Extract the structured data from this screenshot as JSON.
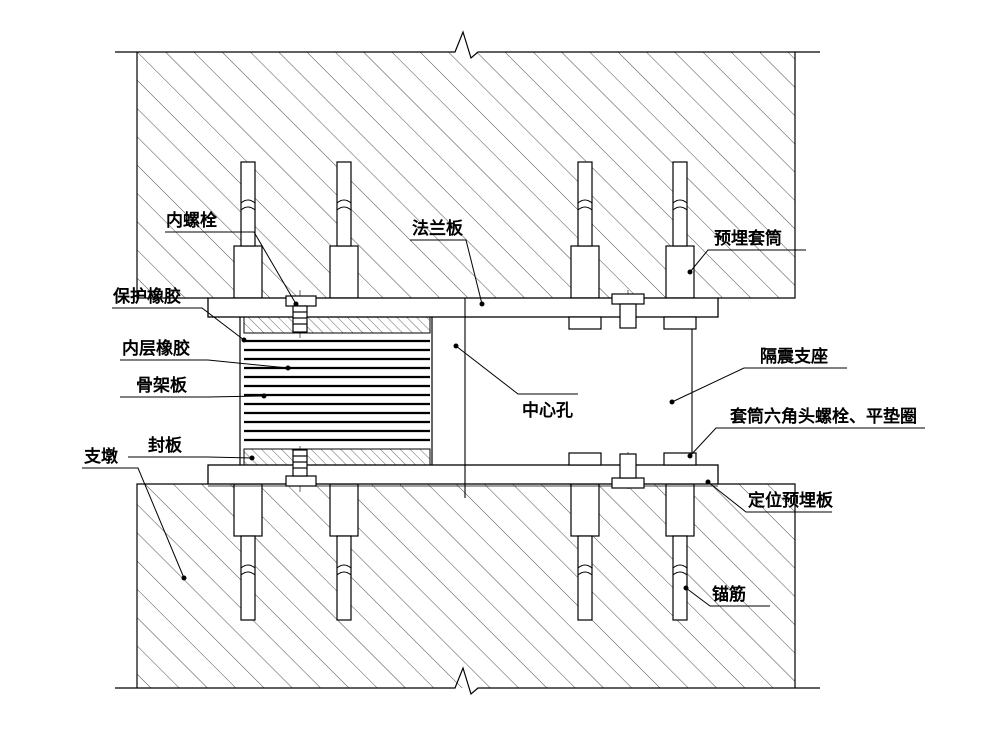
{
  "labels": {
    "inner_bolt": "内螺栓",
    "flange_plate": "法兰板",
    "embedded_sleeve": "预埋套筒",
    "protective_rubber": "保护橡胶",
    "inner_rubber": "内层橡胶",
    "isolation_bearing": "隔震支座",
    "skeleton_plate": "骨架板",
    "center_hole": "中心孔",
    "sleeve_hex_bolt": "套筒六角头螺栓、平垫圈",
    "sealing_plate": "封板",
    "pier": "支墩",
    "positioning_plate": "定位预埋板",
    "anchor_bar": "锚筋"
  },
  "colors": {
    "line": "#000000",
    "background": "#ffffff"
  }
}
